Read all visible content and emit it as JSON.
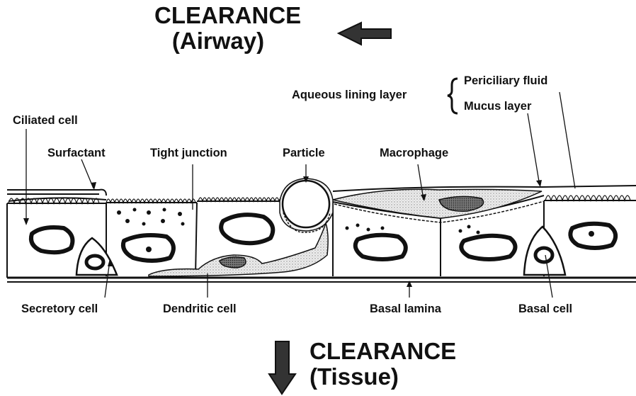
{
  "clearance_top": {
    "title": "CLEARANCE",
    "subtitle": "(Airway)"
  },
  "clearance_bottom": {
    "title": "CLEARANCE",
    "subtitle": "(Tissue)"
  },
  "labels": {
    "aqueous_lining_layer": "Aqueous lining layer",
    "periciliary_fluid": "Periciliary fluid",
    "mucus_layer": "Mucus layer",
    "ciliated_cell": "Ciliated cell",
    "surfactant": "Surfactant",
    "tight_junction": "Tight junction",
    "particle": "Particle",
    "macrophage": "Macrophage",
    "secretory_cell": "Secretory cell",
    "dendritic_cell": "Dendritic cell",
    "basal_lamina": "Basal lamina",
    "basal_cell": "Basal cell"
  },
  "colors": {
    "ink": "#111111",
    "stipple": "#d9d9d9",
    "arrow_fill": "#333333"
  }
}
